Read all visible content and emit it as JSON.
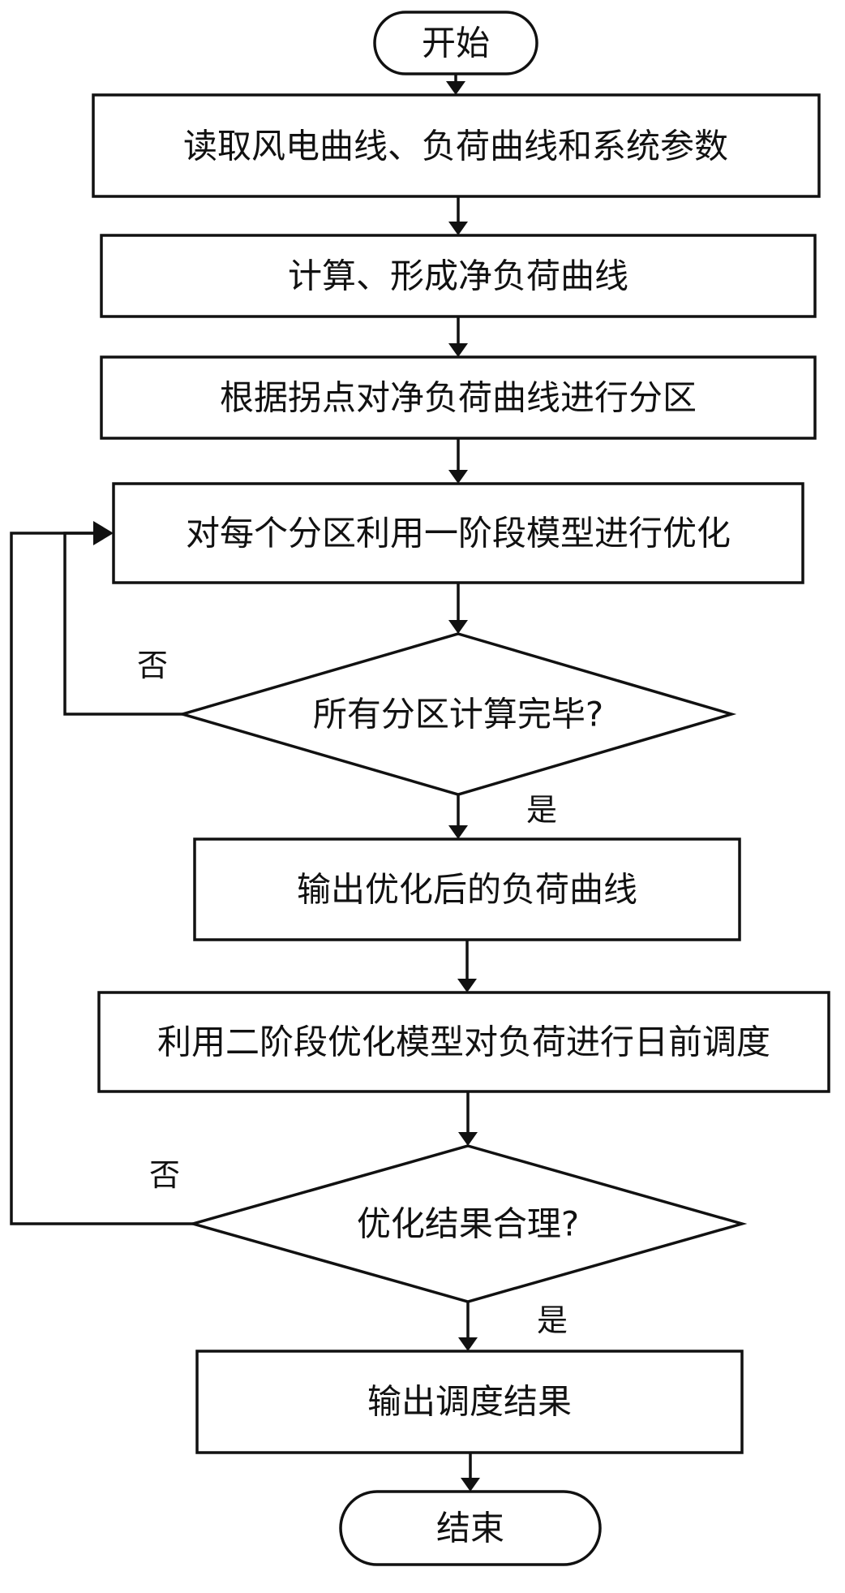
{
  "nodes": {
    "start": "开始",
    "read_input": "读取风电曲线、负荷曲线和系统参数",
    "net_load": "计算、形成净负荷曲线",
    "partition": "根据拐点对净负荷曲线进行分区",
    "stage1_optimize": "对每个分区利用一阶段模型进行优化",
    "all_done_decision": "所有分区计算完毕?",
    "output_optimized_load": "输出优化后的负荷曲线",
    "stage2_dispatch": "利用二阶段优化模型对负荷进行日前调度",
    "reasonable_decision": "优化结果合理?",
    "output_result": "输出调度结果",
    "end": "结束"
  },
  "edge_labels": {
    "all_done_no": "否",
    "all_done_yes": "是",
    "reasonable_no": "否",
    "reasonable_yes": "是"
  }
}
